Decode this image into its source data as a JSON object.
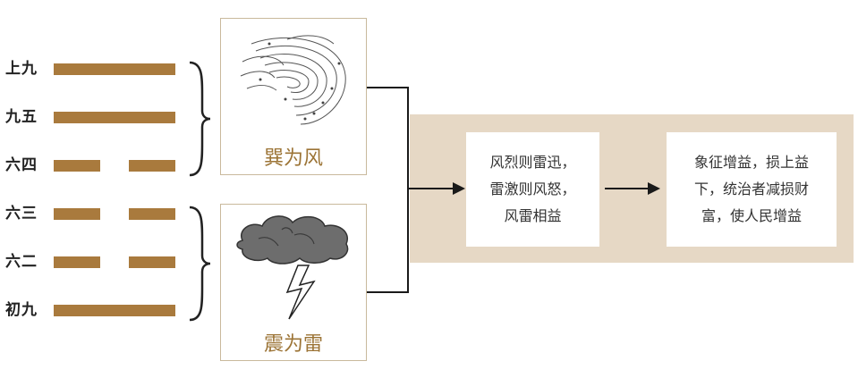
{
  "lines": [
    {
      "label": "上九",
      "type": "yang"
    },
    {
      "label": "九五",
      "type": "yang"
    },
    {
      "label": "六四",
      "type": "yin"
    },
    {
      "label": "六三",
      "type": "yin"
    },
    {
      "label": "六二",
      "type": "yin"
    },
    {
      "label": "初九",
      "type": "yang"
    }
  ],
  "upper_trigram": {
    "caption": "巽为风",
    "icon": "wind-swirl-icon"
  },
  "lower_trigram": {
    "caption": "震为雷",
    "icon": "thunder-cloud-icon"
  },
  "box1": {
    "text": "风烈则雷迅，\n雷激则风怒，\n风雷相益"
  },
  "box2": {
    "text": "象征增益，损上益\n下，统治者减损财\n富，使人民增益"
  },
  "colors": {
    "yao": "#a97a3d",
    "band": "#e6d8c5",
    "caption": "#9c7436",
    "panel_border": "#c9b99c"
  }
}
